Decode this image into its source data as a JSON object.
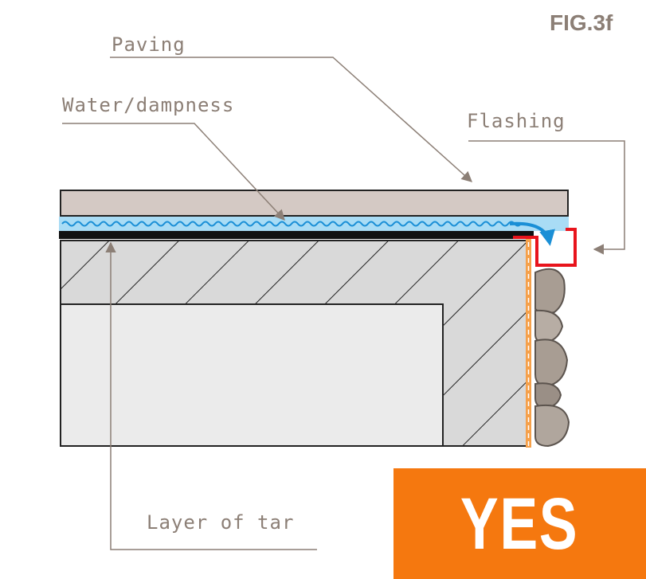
{
  "figure_label": "FIG.3f",
  "labels": {
    "paving": "Paving",
    "water": "Water/dampness",
    "flashing": "Flashing",
    "tar": "Layer of tar"
  },
  "verdict": "YES",
  "colors": {
    "label_text": "#8c7f76",
    "paving": "#d4c9c4",
    "water": "#a9dcf5",
    "water_wave": "#1a8fd6",
    "tar": "#111111",
    "hatched": "#d9d9d9",
    "plaster": "#ebebeb",
    "render": "#f5a04a",
    "flashing": "#e8141c",
    "stone": "#a89d93",
    "verdict_bg": "#f5780f"
  }
}
